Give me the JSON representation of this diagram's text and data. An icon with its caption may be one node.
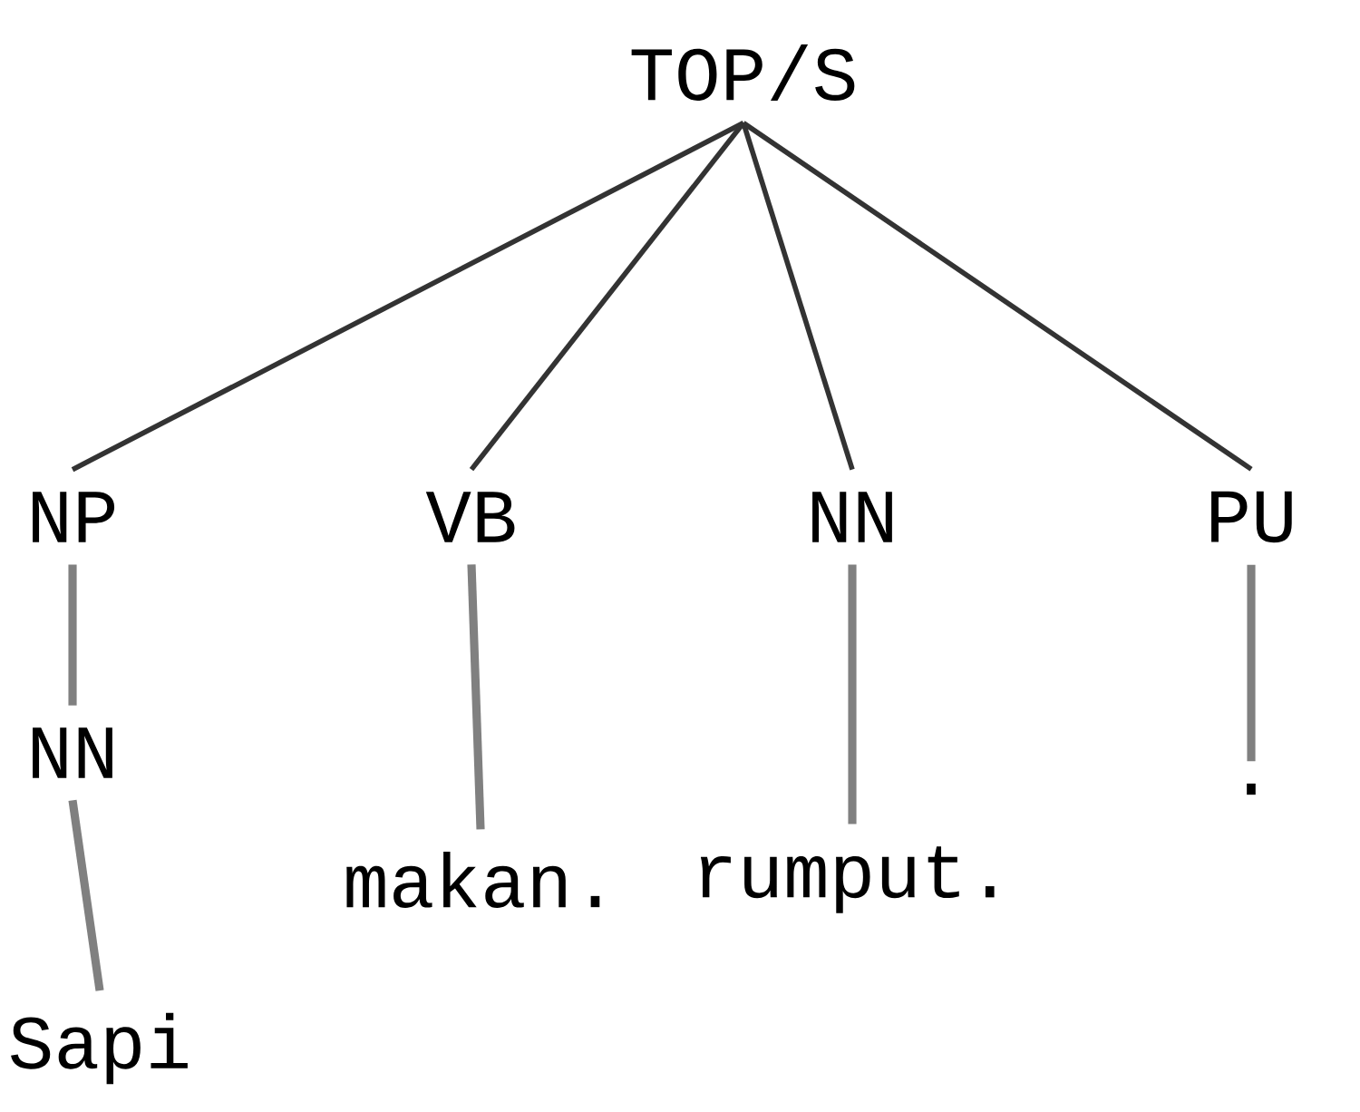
{
  "diagram": {
    "nodes": [
      {
        "text": [
          "TOP/S"
        ]
      },
      {
        "text": [
          "NP"
        ]
      },
      {
        "text": [
          "VB"
        ]
      },
      {
        "text": [
          "NN"
        ]
      },
      {
        "text": [
          "PU"
        ]
      },
      {
        "text": [
          "NN"
        ]
      },
      {
        "text": [
          "makan."
        ]
      },
      {
        "text": [
          "rumput."
        ]
      },
      {
        "text": [
          "."
        ]
      },
      {
        "text": [
          "Sapi"
        ]
      }
    ],
    "edges": [
      {
        "from": 0,
        "to": 1,
        "arrow": "none",
        "color": "#333333"
      },
      {
        "from": 0,
        "to": 2,
        "arrow": "none",
        "color": "#333333"
      },
      {
        "from": 0,
        "to": 3,
        "arrow": "none",
        "color": "#333333"
      },
      {
        "from": 0,
        "to": 4,
        "arrow": "none",
        "color": "#333333"
      },
      {
        "from": 1,
        "to": 5,
        "arrow": "none"
      },
      {
        "from": 2,
        "to": 6,
        "arrow": "none"
      },
      {
        "from": 3,
        "to": 7,
        "arrow": "none"
      },
      {
        "from": 4,
        "to": 8,
        "arrow": "none"
      },
      {
        "from": 5,
        "to": 9,
        "arrow": "none"
      }
    ]
  }
}
